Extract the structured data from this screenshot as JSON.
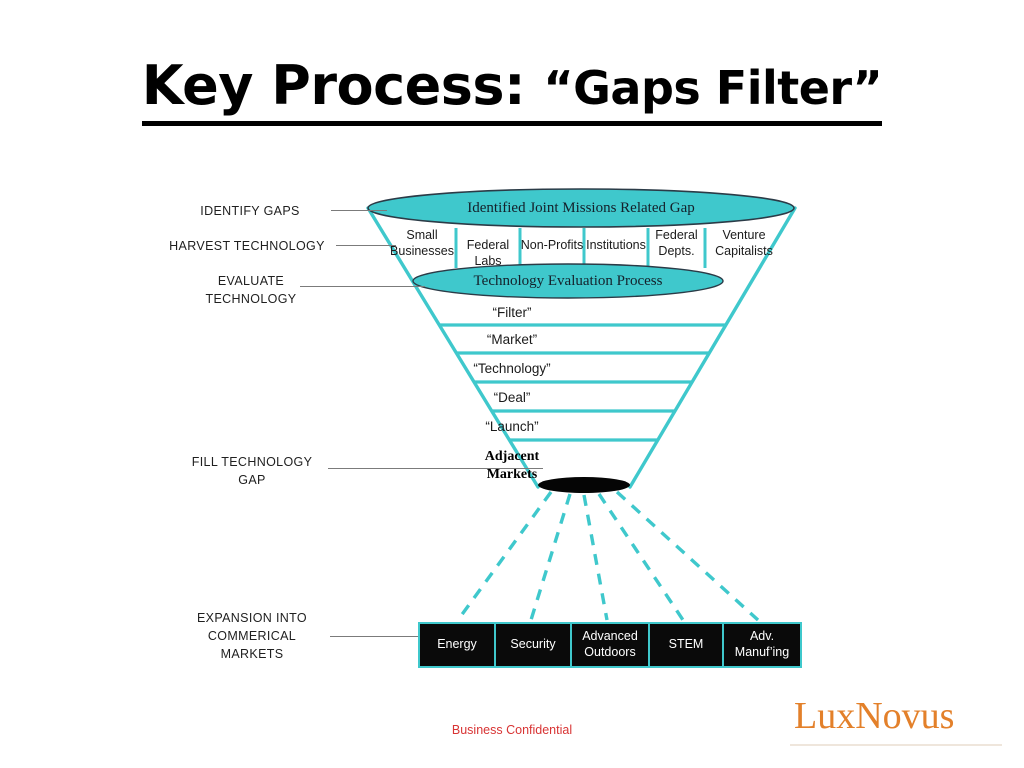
{
  "slide": {
    "title_main": "Key Process:  ",
    "title_quoted": "“Gaps Filter”",
    "confidential": "Business Confidential",
    "logo": "LuxNovus",
    "accent_color": "#3fc8cc",
    "logo_color": "#e3802a",
    "confidential_color": "#d83434"
  },
  "stage_labels": [
    {
      "id": "identify-gaps",
      "text": "IDENTIFY GAPS"
    },
    {
      "id": "harvest-technology",
      "text": "HARVEST TECHNOLOGY"
    },
    {
      "id": "evaluate-technology",
      "line1": "EVALUATE",
      "line2": "TECHNOLOGY"
    },
    {
      "id": "fill-technology-gap",
      "line1": "FILL TECHNOLOGY",
      "line2": "GAP"
    },
    {
      "id": "expansion-into-commerical-markets",
      "line1": "EXPANSION INTO",
      "line2": "COMMERICAL",
      "line3": "MARKETS"
    }
  ],
  "funnel": {
    "top_ellipse_label": "Identified Joint Missions  Related Gap",
    "second_ellipse_label": "Technology Evaluation Process",
    "stakeholders": [
      {
        "line1": "Small",
        "line2": "Businesses"
      },
      {
        "line1": "Federal Labs",
        "line2": ""
      },
      {
        "line1": "Non-Profits",
        "line2": ""
      },
      {
        "line1": "Institutions",
        "line2": ""
      },
      {
        "line1": "Federal",
        "line2": "Depts."
      },
      {
        "line1": "Venture",
        "line2": "Capitalists"
      }
    ],
    "bands": [
      {
        "label": "“Filter”"
      },
      {
        "label": "“Market”"
      },
      {
        "label": "“Technology”"
      },
      {
        "label": "“Deal”"
      },
      {
        "label": "“Launch”"
      }
    ],
    "outlet": {
      "line1": "Adjacent",
      "line2": "Markets"
    }
  },
  "markets": [
    {
      "line1": "Energy",
      "line2": ""
    },
    {
      "line1": "Security",
      "line2": ""
    },
    {
      "line1": "Advanced",
      "line2": "Outdoors"
    },
    {
      "line1": "STEM",
      "line2": ""
    },
    {
      "line1": "Adv.",
      "line2": "Manuf’ing"
    }
  ]
}
